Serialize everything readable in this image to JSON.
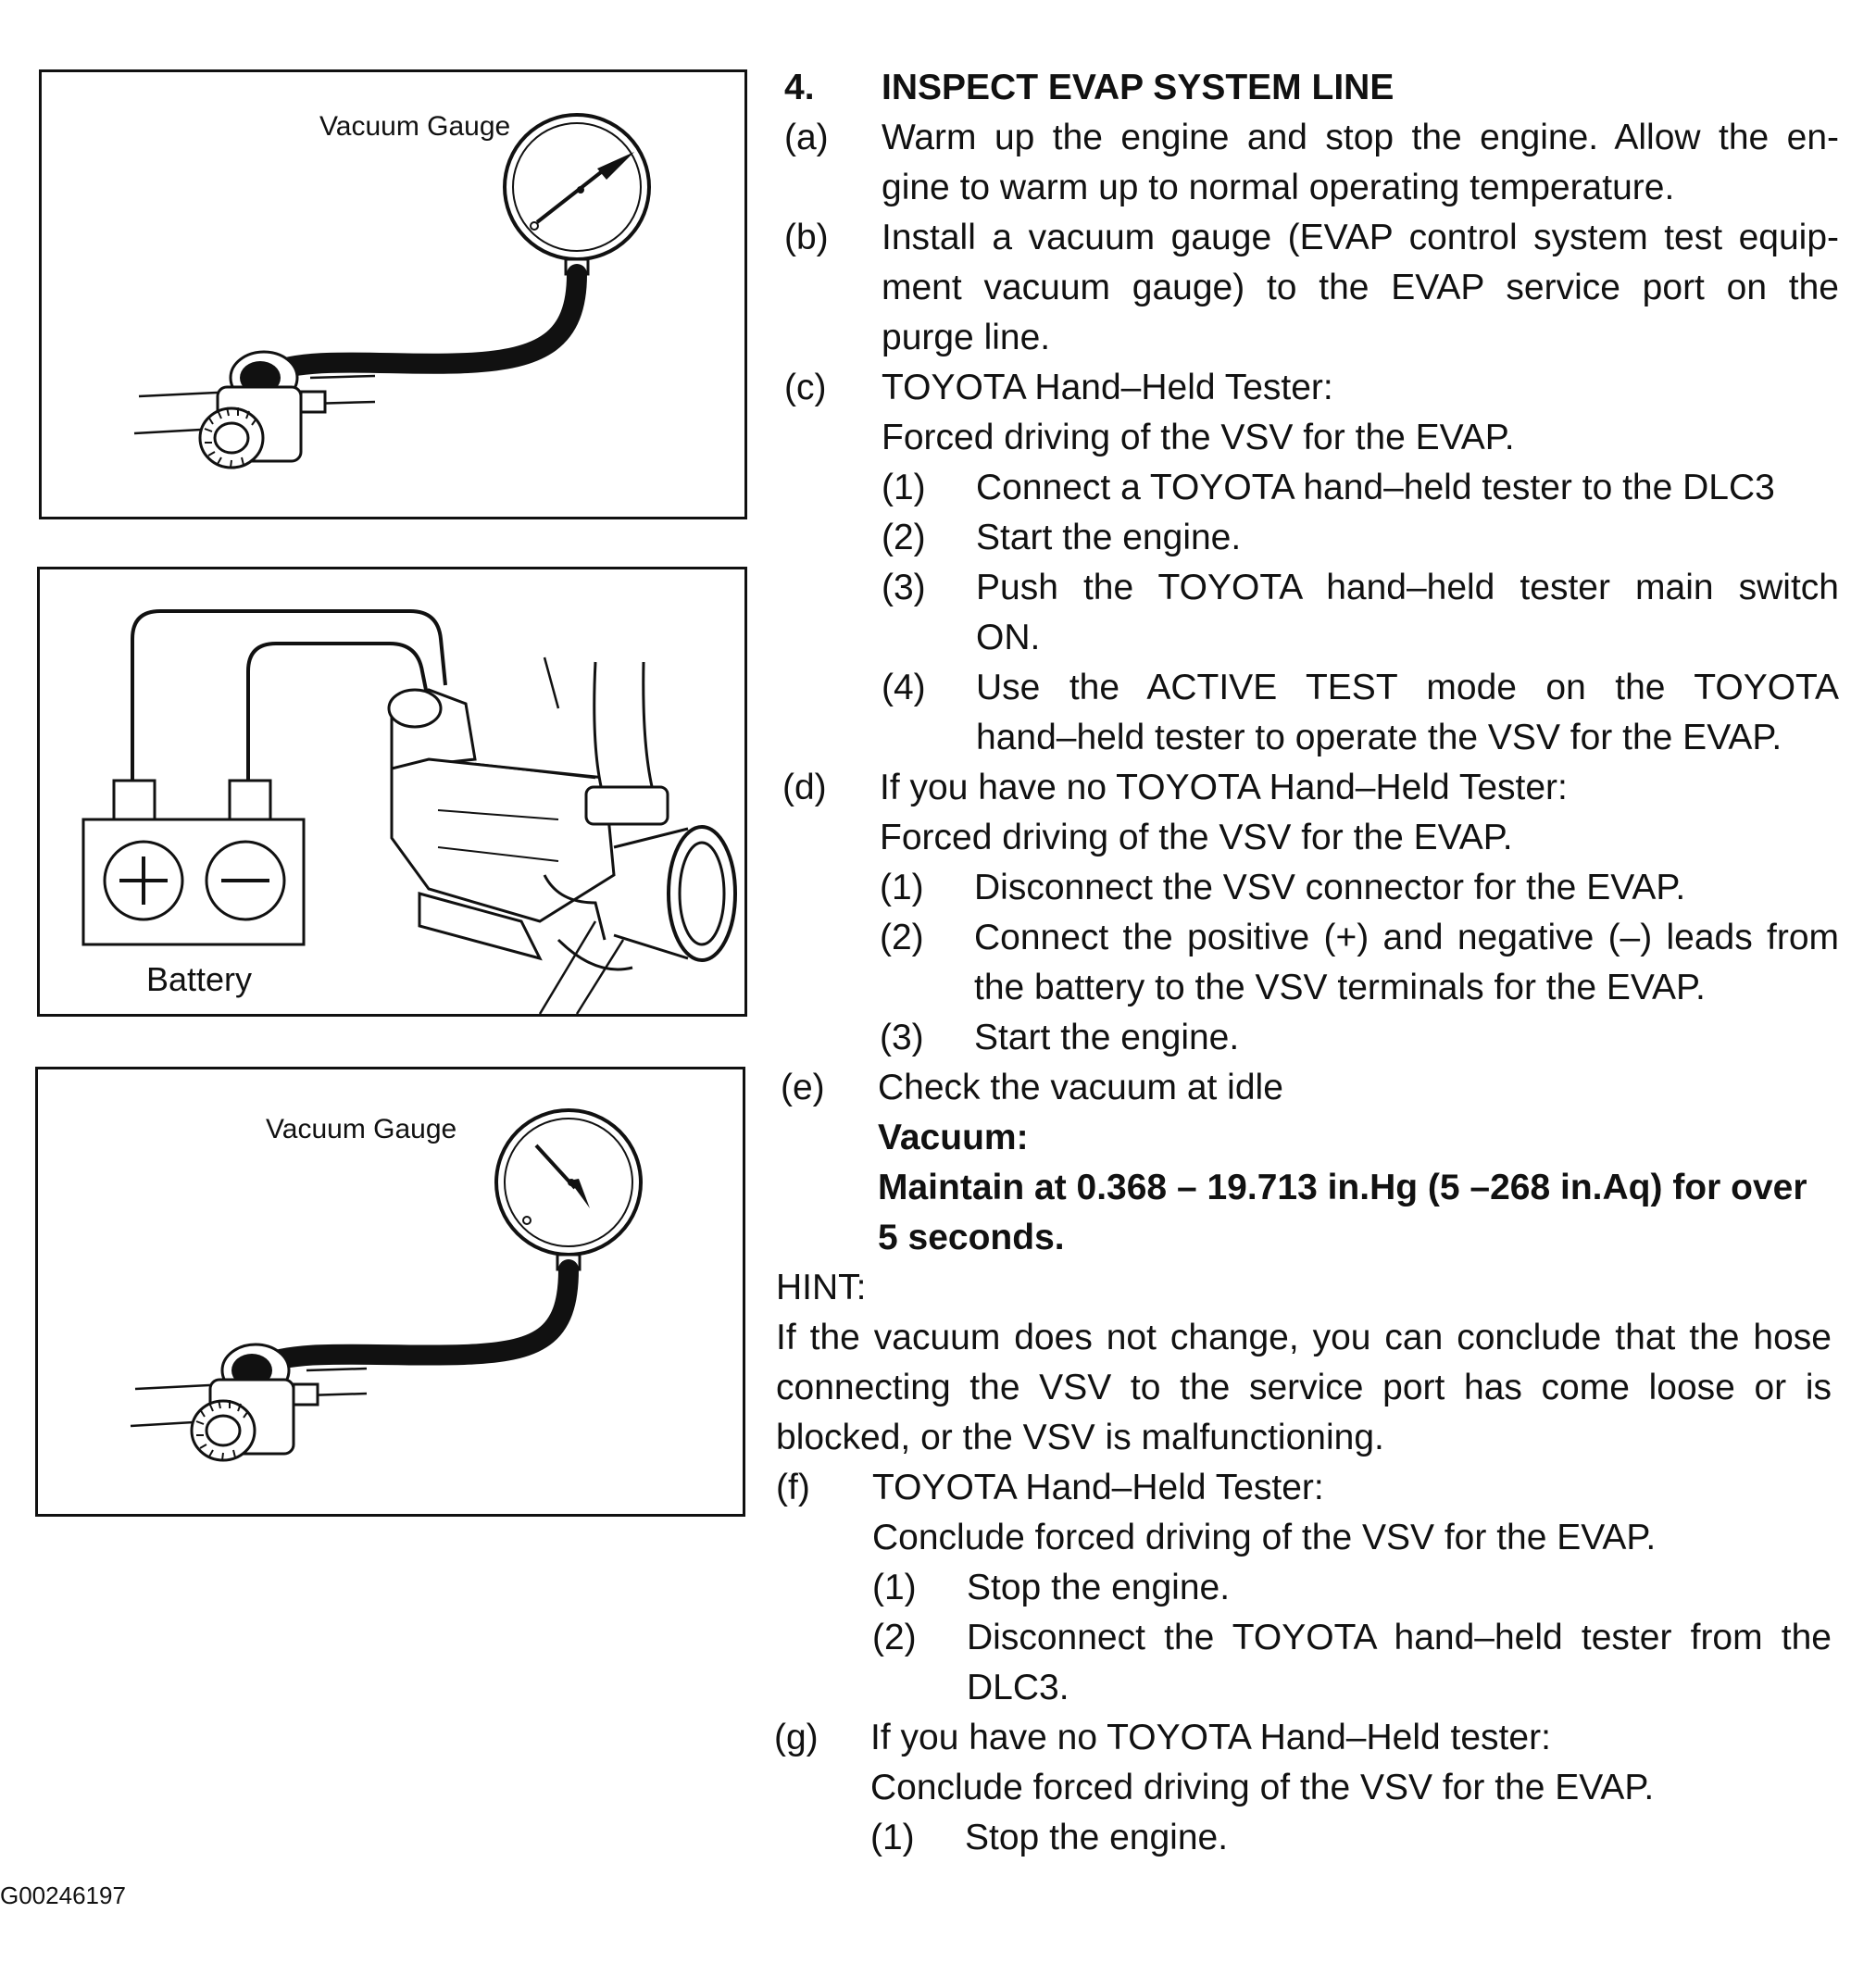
{
  "figures": {
    "fig1": {
      "label": "Vacuum Gauge"
    },
    "fig2": {
      "label": "Battery",
      "plus_symbol": "+",
      "minus_symbol": "−"
    },
    "fig3": {
      "label": "Vacuum Gauge"
    },
    "figure_id": "G00246197"
  },
  "section": {
    "number": "4.",
    "title": "INSPECT EVAP SYSTEM LINE"
  },
  "steps": {
    "a": {
      "marker": "(a)",
      "line1": "Warm up the engine and stop the engine. Allow the en-",
      "line2": "gine to warm up to normal operating temperature."
    },
    "b": {
      "marker": "(b)",
      "line1": "Install a vacuum gauge (EVAP control system test equip-",
      "line2": "ment vacuum gauge) to the EVAP service port on the",
      "line3": "purge line."
    },
    "c": {
      "marker": "(c)",
      "line1": "TOYOTA Hand–Held Tester:",
      "line2": "Forced driving of the VSV for the EVAP.",
      "s1_marker": "(1)",
      "s1": "Connect a TOYOTA hand–held tester to the DLC3",
      "s2_marker": "(2)",
      "s2": "Start the engine.",
      "s3_marker": "(3)",
      "s3_line1": "Push the TOYOTA hand–held tester main switch",
      "s3_line2": "ON.",
      "s4_marker": "(4)",
      "s4_line1": "Use the ACTIVE TEST mode on the TOYOTA",
      "s4_line2": "hand–held tester to operate the VSV for the EVAP."
    },
    "d": {
      "marker": "(d)",
      "line1": "If you have no TOYOTA Hand–Held Tester:",
      "line2": "Forced driving of the VSV for the EVAP.",
      "s1_marker": "(1)",
      "s1": "Disconnect the VSV connector for the EVAP.",
      "s2_marker": "(2)",
      "s2_line1": "Connect the positive (+) and negative (–) leads from",
      "s2_line2": "the battery to the VSV terminals for the EVAP.",
      "s3_marker": "(3)",
      "s3": "Start the engine."
    },
    "e": {
      "marker": "(e)",
      "line1": "Check the vacuum at idle",
      "spec_label": "Vacuum:",
      "spec_line1": "Maintain at 0.368 – 19.713 in.Hg (5 –268 in.Aq) for over",
      "spec_line2": "5 seconds."
    },
    "hint": {
      "label": "HINT:",
      "line1": "If the vacuum does not change, you can conclude that the hose",
      "line2": "connecting the VSV to the service port has come loose or is",
      "line3": "blocked, or the VSV is malfunctioning."
    },
    "f": {
      "marker": "(f)",
      "line1": "TOYOTA Hand–Held Tester:",
      "line2": "Conclude forced driving of the VSV for the EVAP.",
      "s1_marker": "(1)",
      "s1": "Stop the engine.",
      "s2_marker": "(2)",
      "s2_line1": "Disconnect the TOYOTA hand–held tester from the",
      "s2_line2": "DLC3."
    },
    "g": {
      "marker": "(g)",
      "line1": "If you have no TOYOTA Hand–Held tester:",
      "line2": "Conclude forced driving of the VSV for the EVAP.",
      "s1_marker": "(1)",
      "s1": "Stop the engine."
    }
  }
}
